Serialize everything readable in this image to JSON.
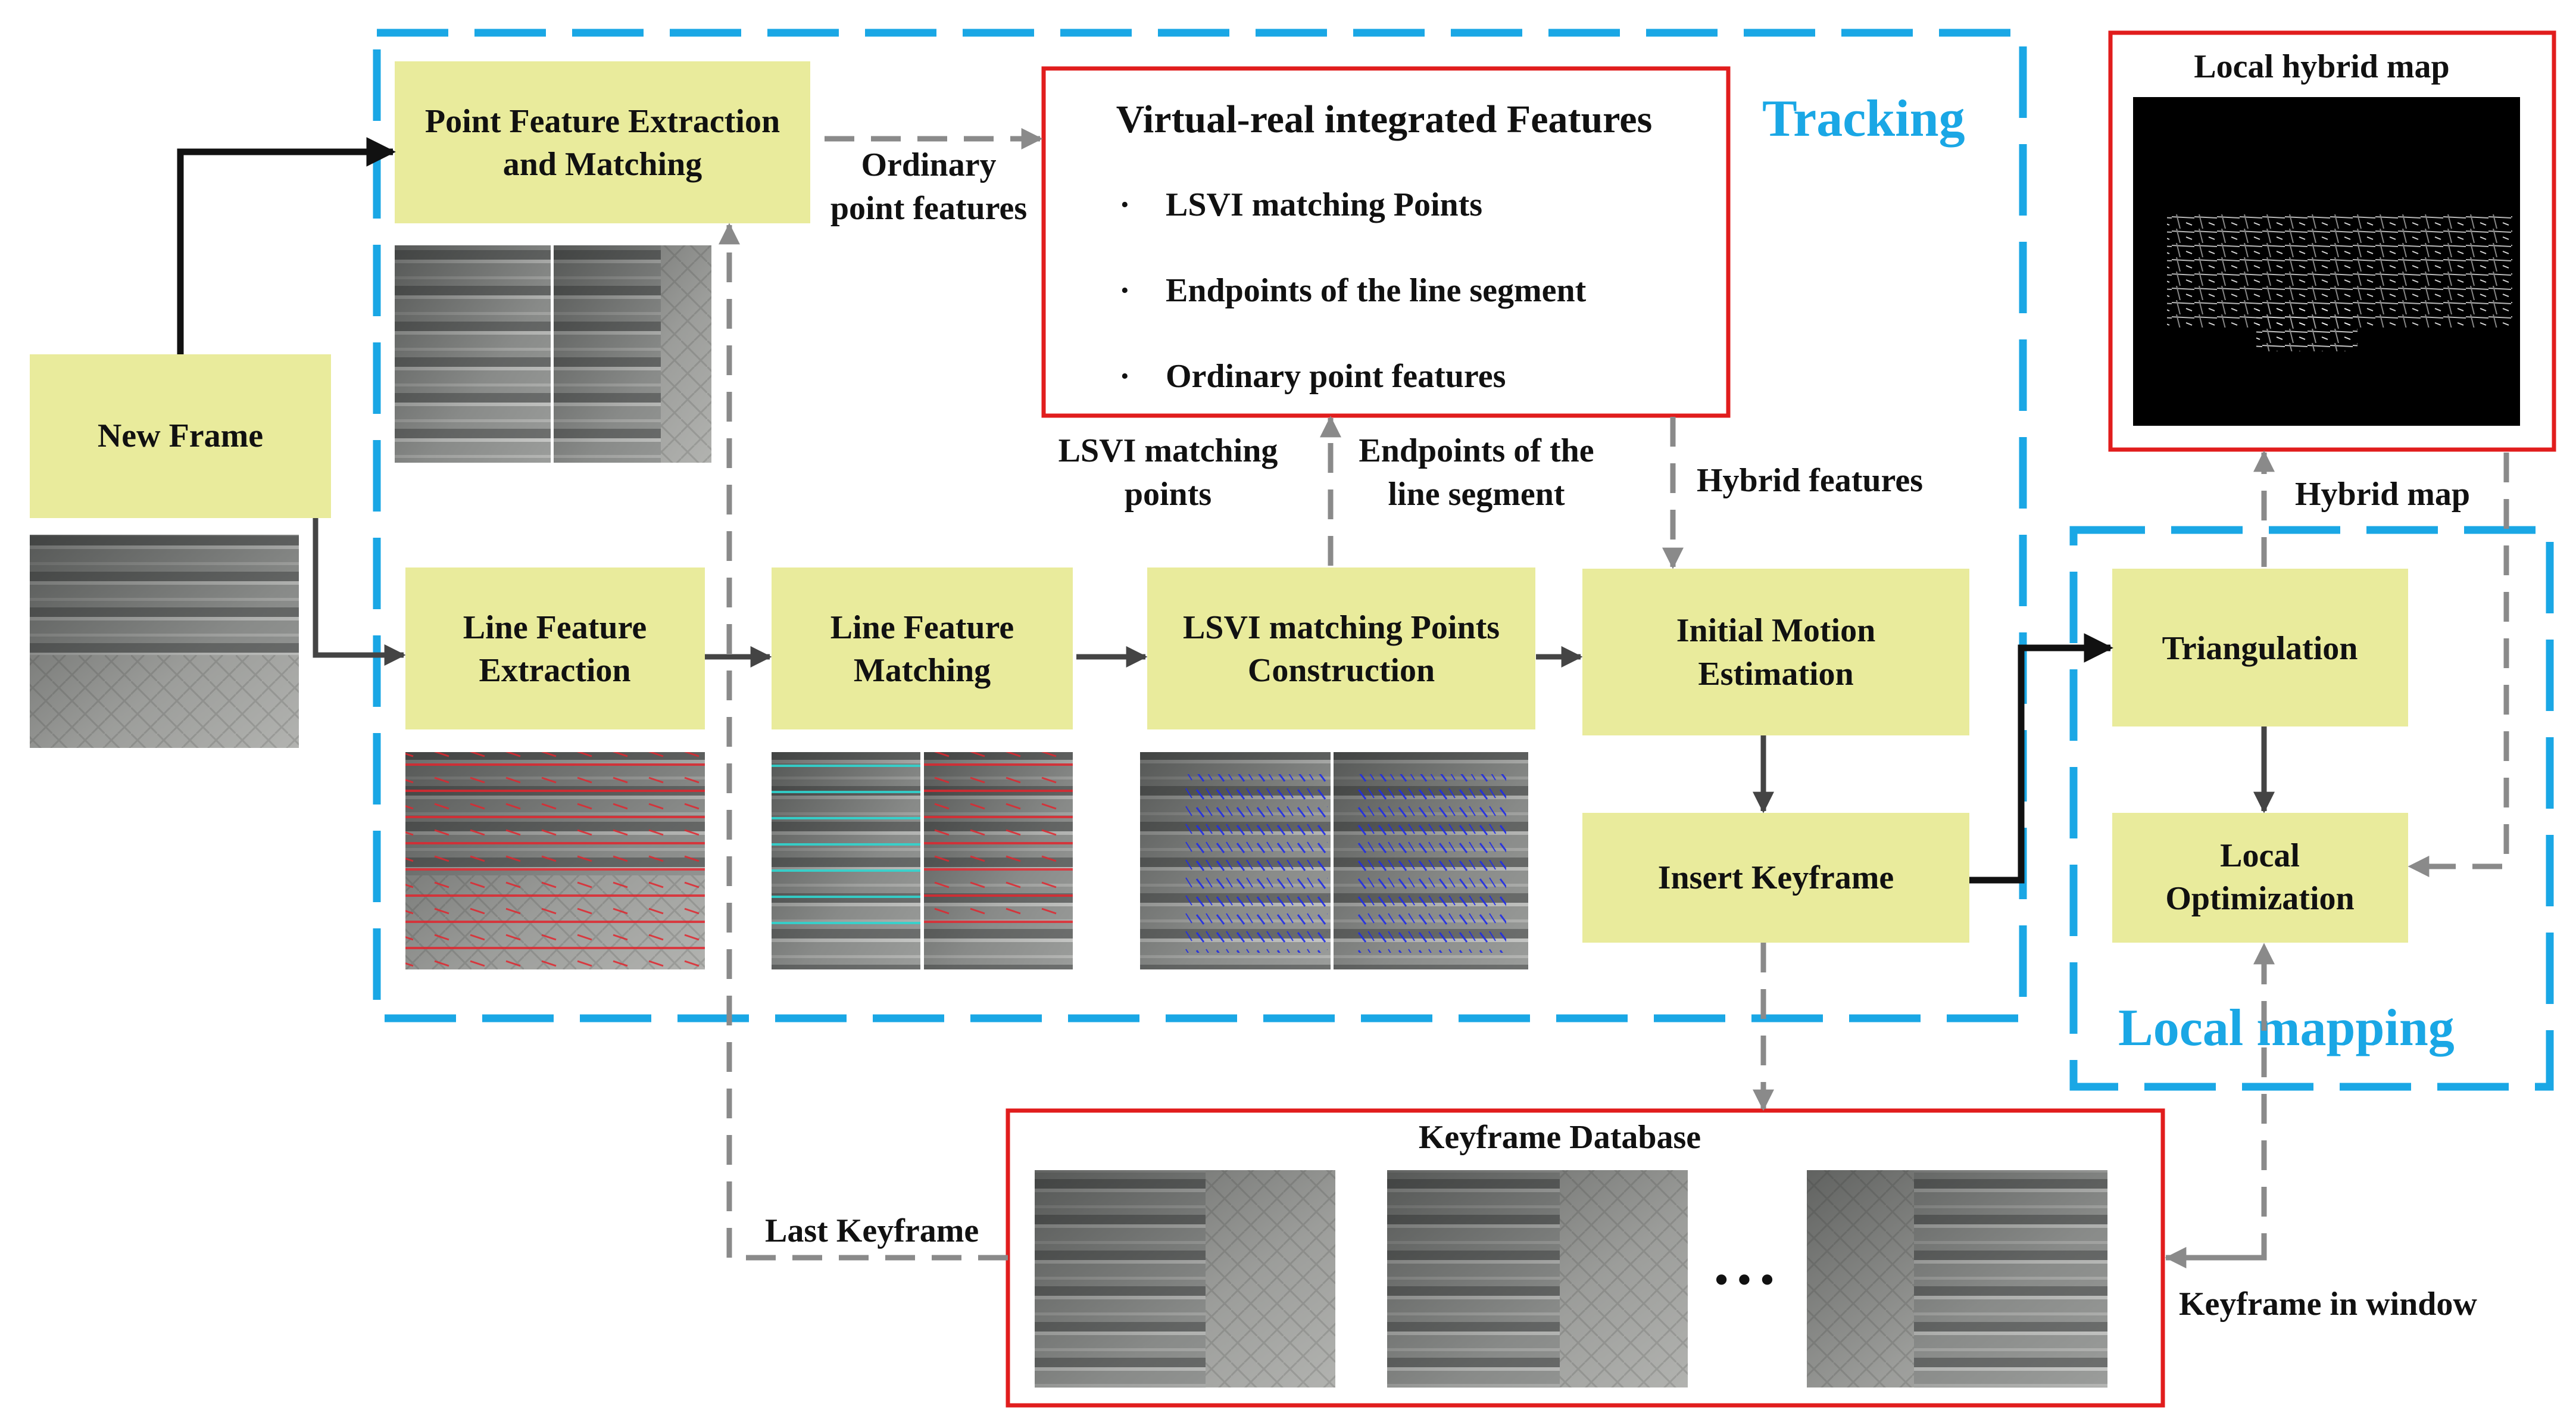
{
  "colors": {
    "module_fill": "#e9eb9c",
    "region_border": "#1aa7e5",
    "panel_border": "#e11d1d",
    "solid_arrow": "#111111",
    "dashed_arrow": "#8a8a8a",
    "title_blue": "#1aa7e5"
  },
  "regions": {
    "tracking_title": "Tracking",
    "local_mapping_title": "Local mapping"
  },
  "modules": {
    "new_frame": "New Frame",
    "point_feature": [
      "Point Feature Extraction",
      "and Matching"
    ],
    "line_extraction": [
      "Line Feature",
      "Extraction"
    ],
    "line_matching": [
      "Line Feature",
      "Matching"
    ],
    "lsvi_construction": [
      "LSVI matching Points",
      "Construction"
    ],
    "initial_motion": [
      "Initial Motion",
      "Estimation"
    ],
    "insert_keyframe": "Insert Keyframe",
    "triangulation": "Triangulation",
    "local_optimization": [
      "Local",
      "Optimization"
    ]
  },
  "virtual_real_panel": {
    "title": "Virtual-real integrated Features",
    "bullets": [
      "LSVI matching Points",
      "Endpoints of the line segment",
      "Ordinary point features"
    ],
    "bullet_glyph": "·"
  },
  "local_hybrid_map": {
    "title": "Local hybrid map"
  },
  "keyframe_database": {
    "title": "Keyframe Database",
    "ellipsis": "• • •"
  },
  "labels": {
    "ordinary_point_features": [
      "Ordinary",
      "point features"
    ],
    "lsvi_matching_points": [
      "LSVI matching",
      "points"
    ],
    "endpoints_line_segment": [
      "Endpoints of the",
      "line segment"
    ],
    "hybrid_features": "Hybrid features",
    "hybrid_map": "Hybrid map",
    "last_keyframe": "Last Keyframe",
    "keyframe_in_window": "Keyframe in window"
  }
}
